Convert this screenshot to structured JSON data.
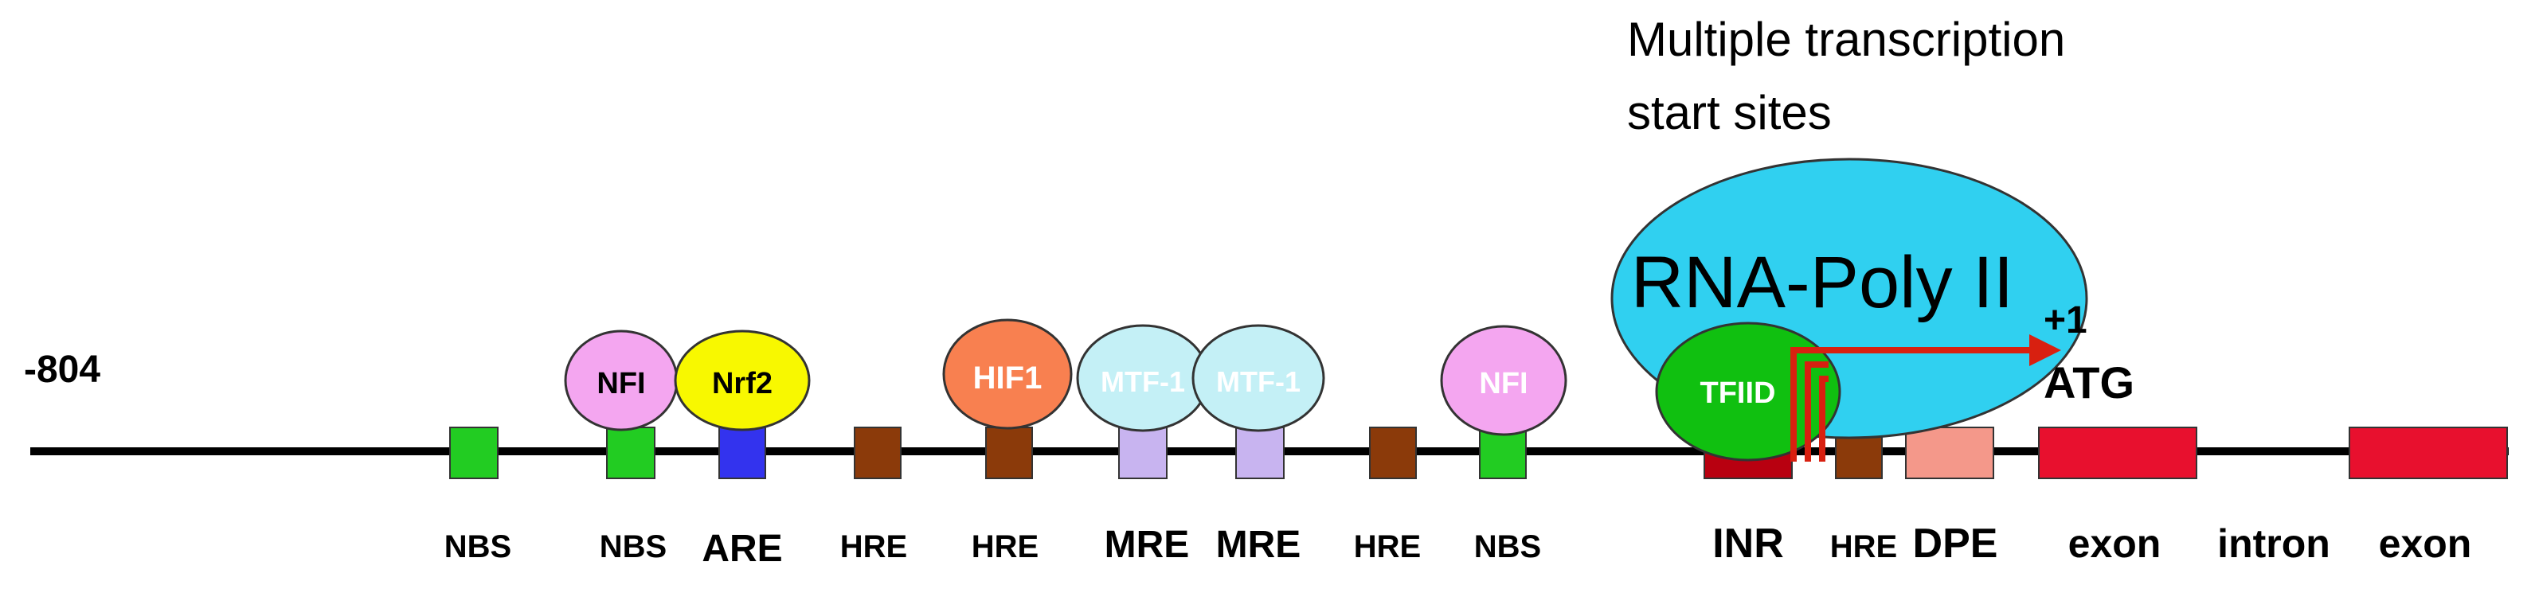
{
  "header": {
    "line1": "Multiple transcription",
    "line2": "start sites"
  },
  "position_label": "-804",
  "plus_one": "+1",
  "atg": "ATG",
  "rna_poly": "RNA-Poly II",
  "tfiid": "TFIID",
  "factors": {
    "nfi_1": "NFI",
    "nrf2": "Nrf2",
    "hif1": "HIF1",
    "mtf1_a": "MTF-1",
    "mtf1_b": "MTF-1",
    "nfi_2": "NFI"
  },
  "elements": {
    "nbs_1": "NBS",
    "nbs_2": "NBS",
    "are": "ARE",
    "hre_1": "HRE",
    "hre_2": "HRE",
    "mre_1": "MRE",
    "mre_2": "MRE",
    "hre_3": "HRE",
    "nbs_3": "NBS",
    "inr": "INR",
    "hre_4": "HRE",
    "dpe": "DPE",
    "exon_1": "exon",
    "intron": "intron",
    "exon_2": "exon"
  },
  "colors": {
    "nbs": "#22cc22",
    "are": "#3333ee",
    "hre": "#8b3a0a",
    "mre": "#c8b4f0",
    "inr": "#b80010",
    "dpe": "#f4988a",
    "exon": "#e8102e",
    "nfi": "#f4a6f0",
    "nrf2": "#f8f800",
    "hif1": "#f88050",
    "mtf1": "#c4f0f6",
    "rna_poly": "#30d0f0",
    "tfiid": "#10c010",
    "arrow": "#d82010"
  }
}
